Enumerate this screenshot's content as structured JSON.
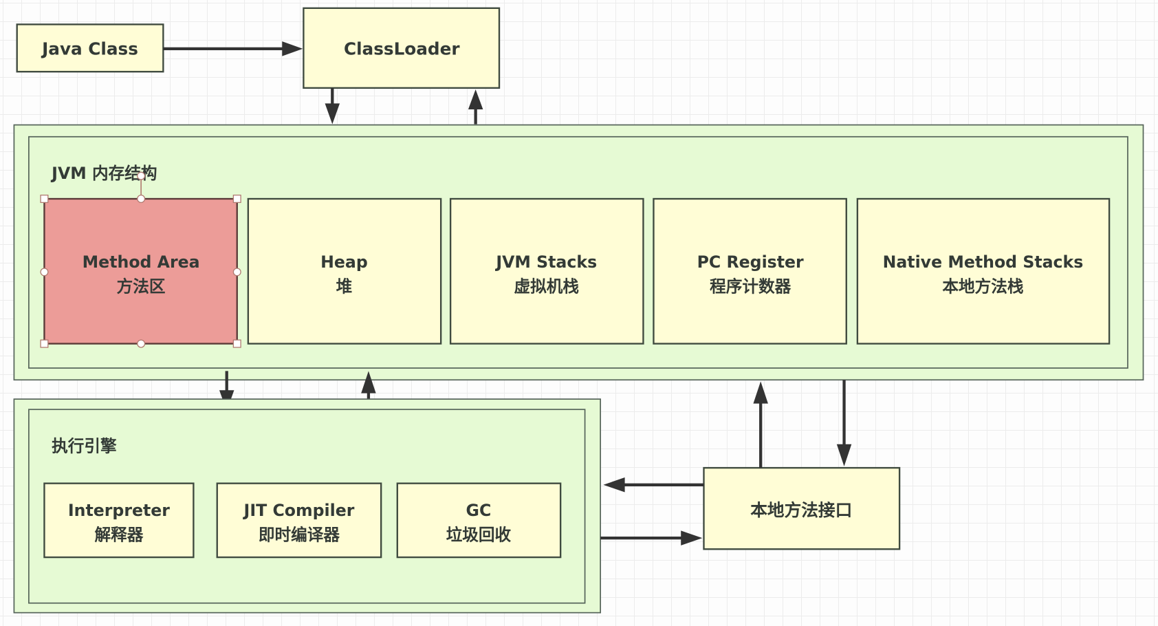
{
  "diagram": {
    "java_class": "Java Class",
    "classloader": "ClassLoader",
    "jvm_memory": {
      "title": "JVM 内存结构",
      "areas": [
        {
          "en": "Method Area",
          "zh": "方法区",
          "selected": true
        },
        {
          "en": "Heap",
          "zh": "堆",
          "selected": false
        },
        {
          "en": "JVM Stacks",
          "zh": "虚拟机栈",
          "selected": false
        },
        {
          "en": "PC Register",
          "zh": "程序计数器",
          "selected": false
        },
        {
          "en": "Native Method Stacks",
          "zh": "本地方法栈",
          "selected": false
        }
      ]
    },
    "execution_engine": {
      "title": "执行引擎",
      "components": [
        {
          "en": "Interpreter",
          "zh": "解释器"
        },
        {
          "en": "JIT Compiler",
          "zh": "即时编译器"
        },
        {
          "en": "GC",
          "zh": "垃圾回收"
        }
      ]
    },
    "native_interface": "本地方法接口",
    "colors": {
      "box_fill": "#fffdd6",
      "container_fill": "#e6fad4",
      "selected_fill": "#ec9c98",
      "stroke": "#333333"
    }
  }
}
